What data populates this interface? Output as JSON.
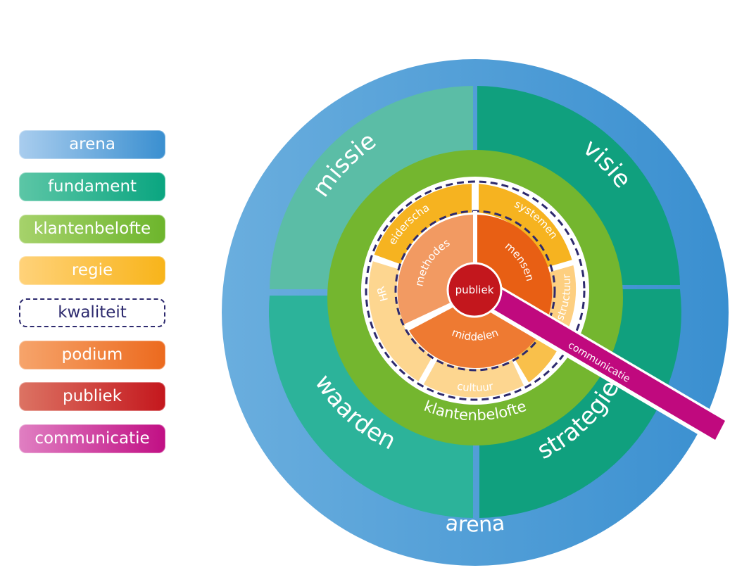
{
  "legend": [
    {
      "label": "arena",
      "from": "#a9cdee",
      "to": "#3a8fd0"
    },
    {
      "label": "fundament",
      "from": "#5cc6a6",
      "to": "#0aa580"
    },
    {
      "label": "klantenbelofte",
      "from": "#a6d26b",
      "to": "#6db52c"
    },
    {
      "label": "regie",
      "from": "#ffd27a",
      "to": "#f8b41a"
    },
    {
      "label": "kwaliteit",
      "dashed": true
    },
    {
      "label": "podium",
      "from": "#f6a46b",
      "to": "#ec6a1e"
    },
    {
      "label": "publiek",
      "from": "#dc7363",
      "to": "#c4171d"
    },
    {
      "label": "communicatie",
      "from": "#e07fc2",
      "to": "#c10f84"
    }
  ],
  "diagram": {
    "arena": {
      "label": "arena",
      "color": "#4e9ad4"
    },
    "fundament": {
      "segments": [
        "missie",
        "visie",
        "strategie",
        "waarden"
      ],
      "colors": [
        "#5bbda6",
        "#10a07e",
        "#10a07e",
        "#2cb39a"
      ]
    },
    "klantenbelofte": {
      "label": "klantenbelofte",
      "color": "#74b62f"
    },
    "regie": {
      "segments": [
        "leiderschap",
        "systemen",
        "structuur",
        "cultuur",
        "HR"
      ],
      "colors": [
        "#f6b320",
        "#f6b320",
        "#fdcf80",
        "#fdd690",
        "#fdd690"
      ]
    },
    "podium": {
      "segments": [
        "methodes",
        "mensen",
        "middelen"
      ],
      "colors": [
        "#f29a62",
        "#e85f14",
        "#ee7a32"
      ]
    },
    "publiek": {
      "label": "publiek",
      "color": "#c3171d"
    },
    "communicatie": {
      "label": "communicatie",
      "color": "#c0097e"
    },
    "kwaliteit": {
      "color": "#2d2a6e"
    }
  }
}
